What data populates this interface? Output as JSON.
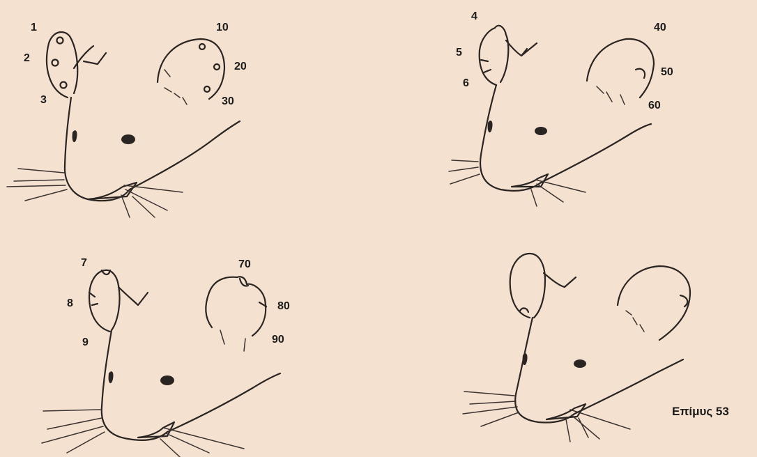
{
  "colors": {
    "background": "#f5e1cf",
    "ink": "#2a2522"
  },
  "panels": [
    {
      "id": "panel-1",
      "left_ear_marks": [
        "1",
        "2",
        "3"
      ],
      "right_ear_marks": [
        "10",
        "20",
        "30"
      ]
    },
    {
      "id": "panel-2",
      "left_ear_marks": [
        "4",
        "5",
        "6"
      ],
      "right_ear_marks": [
        "40",
        "50",
        "60"
      ]
    },
    {
      "id": "panel-3",
      "left_ear_marks": [
        "7",
        "8",
        "9"
      ],
      "right_ear_marks": [
        "70",
        "80",
        "90"
      ]
    },
    {
      "id": "panel-4",
      "left_ear_marks": [],
      "right_ear_marks": []
    }
  ],
  "caption": "Επίμυς 53"
}
